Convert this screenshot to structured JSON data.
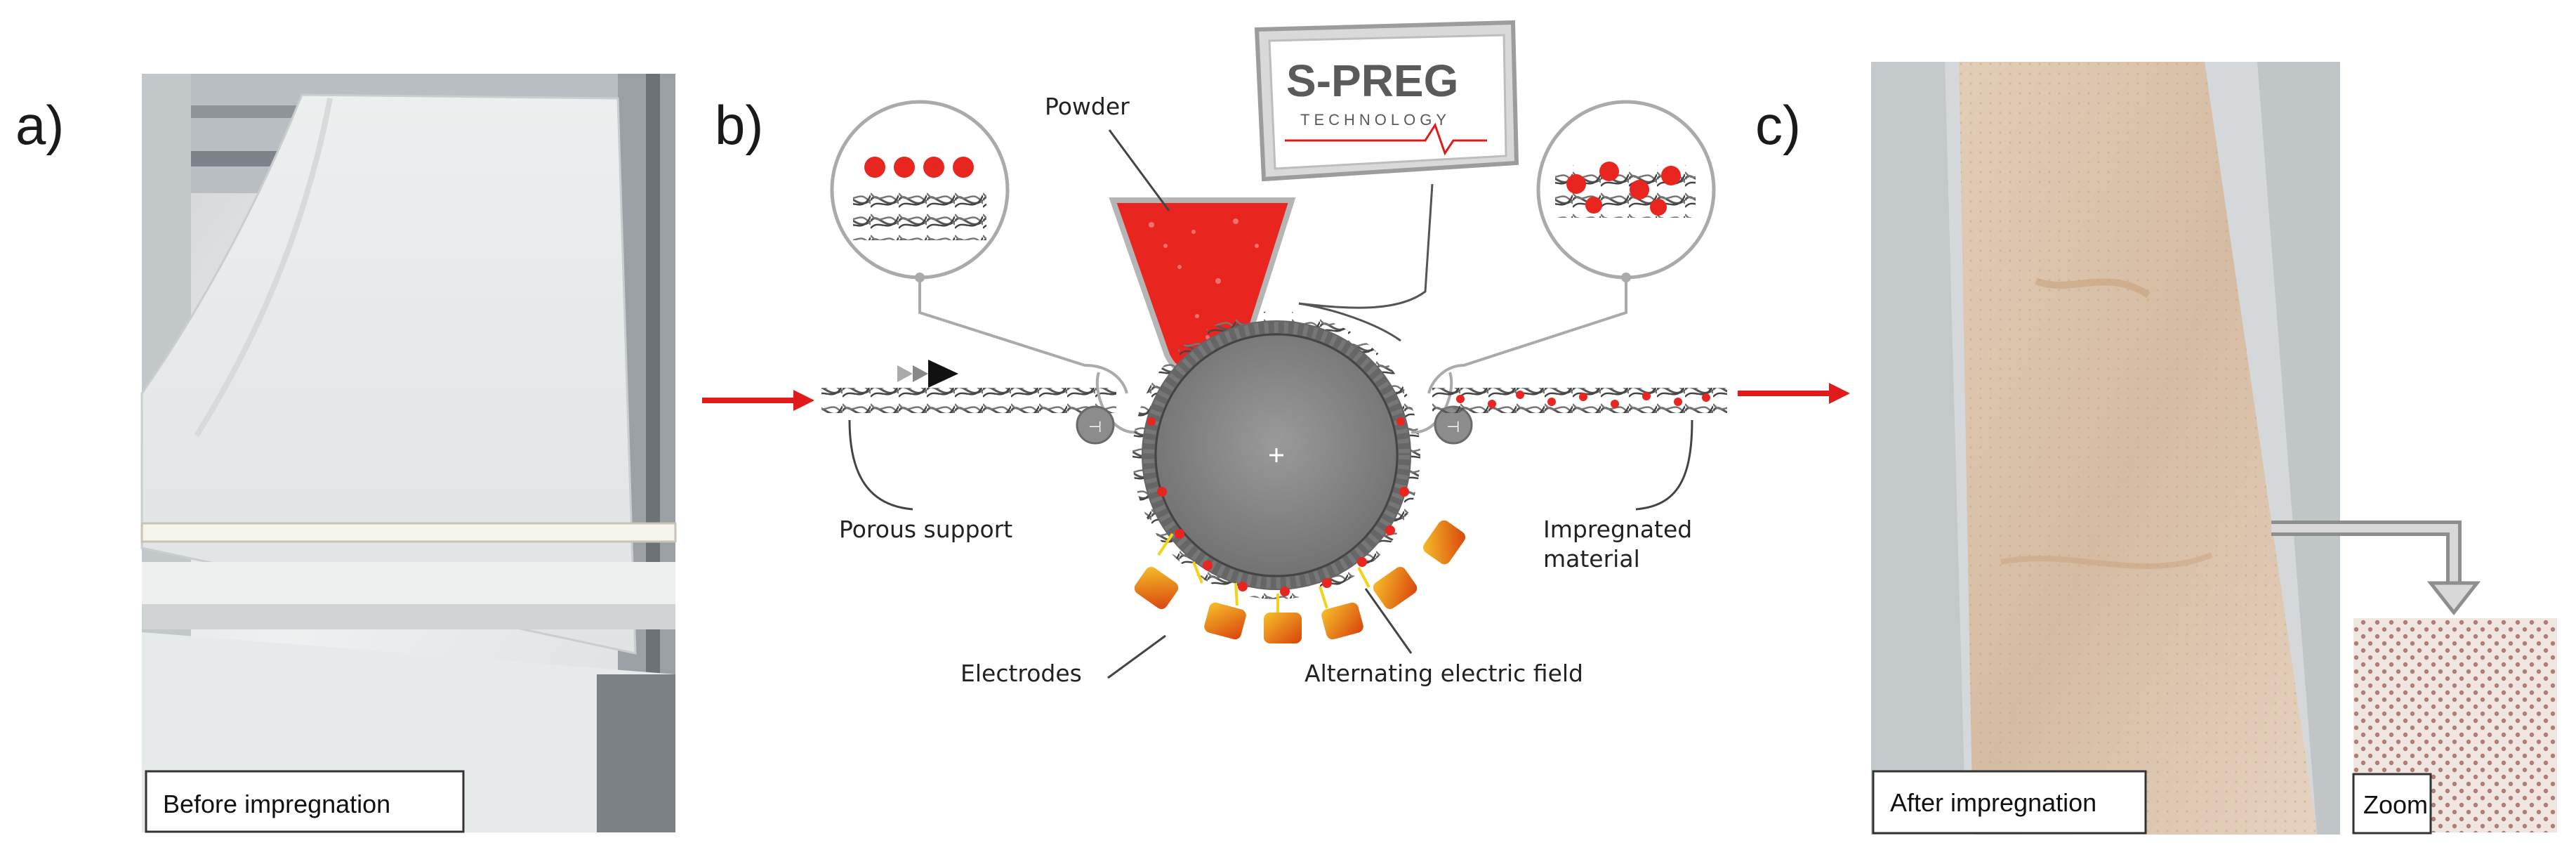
{
  "panels": {
    "a": {
      "label": "a)",
      "caption": "Before impregnation"
    },
    "b": {
      "label": "b)",
      "logo": {
        "main": "S-PREG",
        "sub": "TECHNOLOGY"
      },
      "labels": {
        "powder": "Powder",
        "porous_support": "Porous support",
        "impregnated_material": "Impregnated\nmaterial",
        "electrodes": "Electrodes",
        "field": "Alternating electric field"
      }
    },
    "c": {
      "label": "c)",
      "caption": "After impregnation",
      "zoom_caption": "Zoom"
    }
  },
  "colors": {
    "powder_red": "#e8251f",
    "arrow_red": "#e11b1b",
    "drum_gray": "#8a8a8a",
    "fiber_gray": "#555555",
    "electrode_orange": "#e85a10",
    "field_yellow": "#f2d21a",
    "fabric_beige": "#dcc7b4"
  },
  "icons": [
    "flow-arrow-icon",
    "direction-chevron-icon",
    "gear-drum-icon",
    "roller-icon",
    "hopper-icon",
    "electrode-icon",
    "logo-screen-icon",
    "zoom-arrow-icon"
  ]
}
